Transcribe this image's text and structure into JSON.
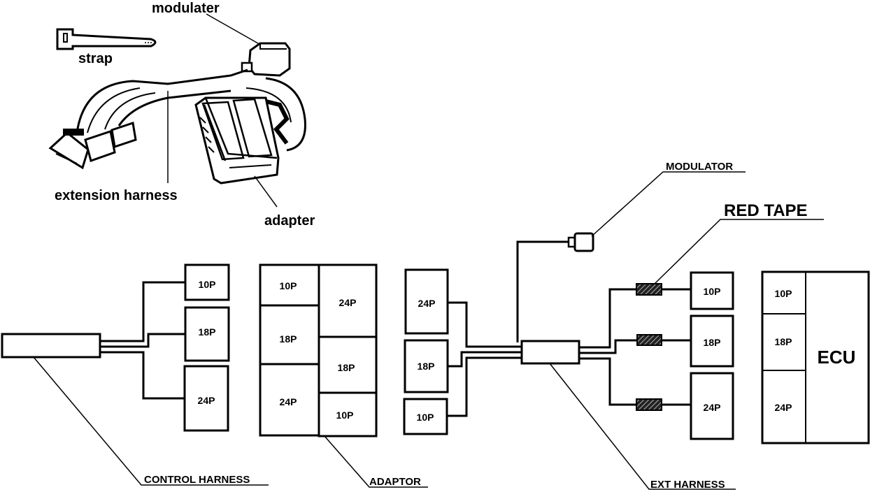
{
  "illustration": {
    "labels": {
      "modulater": "modulater",
      "strap": "strap",
      "extension_harness": "extension harness",
      "adapter": "adapter"
    }
  },
  "schematic": {
    "control_harness": {
      "label": "CONTROL HARNESS",
      "connectors": [
        "10P",
        "18P",
        "24P"
      ]
    },
    "adaptor": {
      "label": "ADAPTOR",
      "left_column": [
        "10P",
        "18P",
        "24P"
      ],
      "right_column": [
        "24P",
        "18P",
        "10P"
      ]
    },
    "ext_harness": {
      "label": "EXT HARNESS",
      "input_connectors": [
        "24P",
        "18P",
        "10P"
      ],
      "output_connectors": [
        "10P",
        "18P",
        "24P"
      ]
    },
    "modulator": {
      "label": "MODULATOR"
    },
    "red_tape": {
      "label": "RED TAPE"
    },
    "ecu": {
      "label": "ECU",
      "ports": [
        "10P",
        "18P",
        "24P"
      ]
    }
  }
}
